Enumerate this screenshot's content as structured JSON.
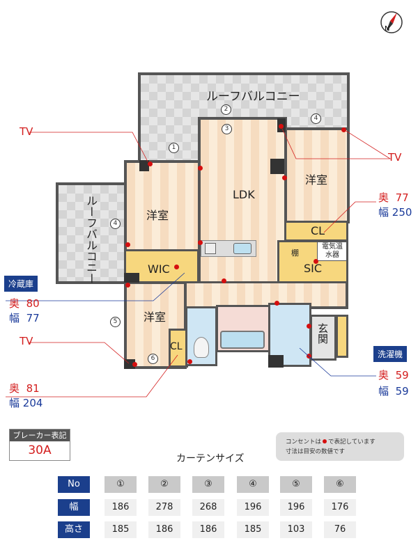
{
  "compass": {
    "label": "N"
  },
  "rooms": {
    "roof_balcony_top": "ルーフバルコニー",
    "roof_balcony_left": "ルーフバルコニー",
    "western_room_left": "洋室",
    "ldk": "LDK",
    "western_room_right": "洋室",
    "cl_right": "CL",
    "shelf": "棚",
    "water_heater": "電気温水器",
    "sic": "SIC",
    "wic": "WIC",
    "western_room_bottom": "洋室",
    "cl_bottom": "CL",
    "entrance": "玄関"
  },
  "window_numbers": [
    "1",
    "2",
    "3",
    "4",
    "5",
    "6"
  ],
  "annotations": {
    "tv_top_left": "TV",
    "tv_right": "TV",
    "tv_bottom_left": "TV",
    "right_room": {
      "depth_label": "奥",
      "depth": "77",
      "width_label": "幅",
      "width": "250"
    },
    "fridge": {
      "title": "冷蔵庫",
      "depth_label": "奥",
      "depth": "80",
      "width_label": "幅",
      "width": "77"
    },
    "bottom_room": {
      "depth_label": "奥",
      "depth": "81",
      "width_label": "幅",
      "width": "204"
    },
    "washer": {
      "title": "洗濯機",
      "depth_label": "奥",
      "depth": "59",
      "width_label": "幅",
      "width": "59"
    }
  },
  "breaker": {
    "title": "ブレーカー表記",
    "value": "30A"
  },
  "note": {
    "line1_a": "コンセントは",
    "line1_b": "で表記しています",
    "line2": "寸法は目安の数値です"
  },
  "curtain": {
    "title": "カーテンサイズ",
    "row_headers": [
      "No",
      "幅",
      "高さ"
    ],
    "numbers": [
      "①",
      "②",
      "③",
      "④",
      "⑤",
      "⑥"
    ],
    "widths": [
      "186",
      "278",
      "268",
      "196",
      "196",
      "176"
    ],
    "heights": [
      "185",
      "186",
      "186",
      "185",
      "103",
      "76"
    ]
  },
  "colors": {
    "outlet": "#d50f0f",
    "header_blue": "#1b3f8c",
    "depth_red": "#d31d1d",
    "width_blue": "#1a3a9a"
  }
}
